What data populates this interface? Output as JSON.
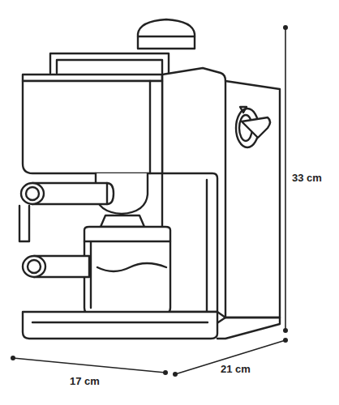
{
  "diagram": {
    "labels": [
      "33 cm",
      "17 cm",
      "21 cm"
    ]
  }
}
